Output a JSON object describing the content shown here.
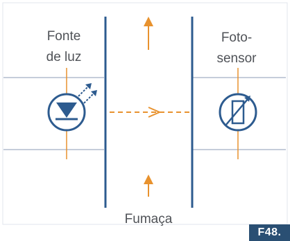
{
  "labels": {
    "light_source_line1": "Fonte",
    "light_source_line2": "de luz",
    "sensor_line1": "Foto-",
    "sensor_line2": "sensor",
    "smoke": "Fumaça"
  },
  "figure_id": "F48.",
  "colors": {
    "blue": "#2d5b8f",
    "orange": "#e8922e",
    "rule": "#8b9bb4",
    "badge": "#2a4f73",
    "text": "#4f5257"
  },
  "components": {
    "left": "led-icon",
    "right": "variable-resistor-icon"
  }
}
